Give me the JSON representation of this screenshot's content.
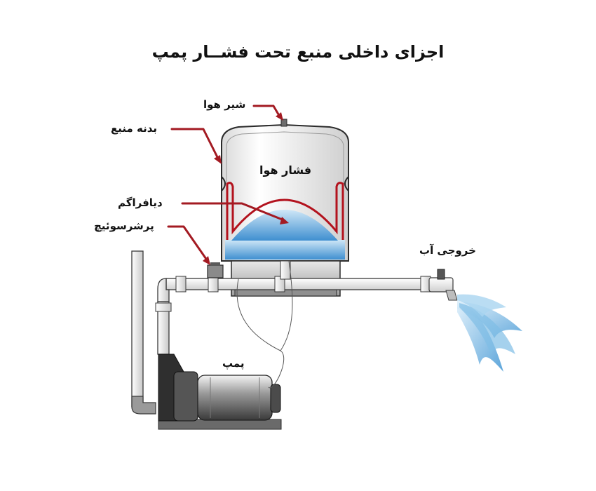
{
  "title": "اجزای داخلی منبع تحت فشــار پمپ",
  "labels": {
    "air_valve": "شیر هوا",
    "tank_body": "بدنه منبع",
    "air_pressure": "فشار هوا",
    "diaphragm": "دیافراگم",
    "pressure_switch": "پرشرسوئیچ",
    "water_outlet": "خروجی آب",
    "pump": "پمپ"
  },
  "colors": {
    "callout_arrow": "#a31a22",
    "water": "#6fb3e0",
    "tank": "#f2f2f2",
    "outline": "#2b2b2b"
  }
}
